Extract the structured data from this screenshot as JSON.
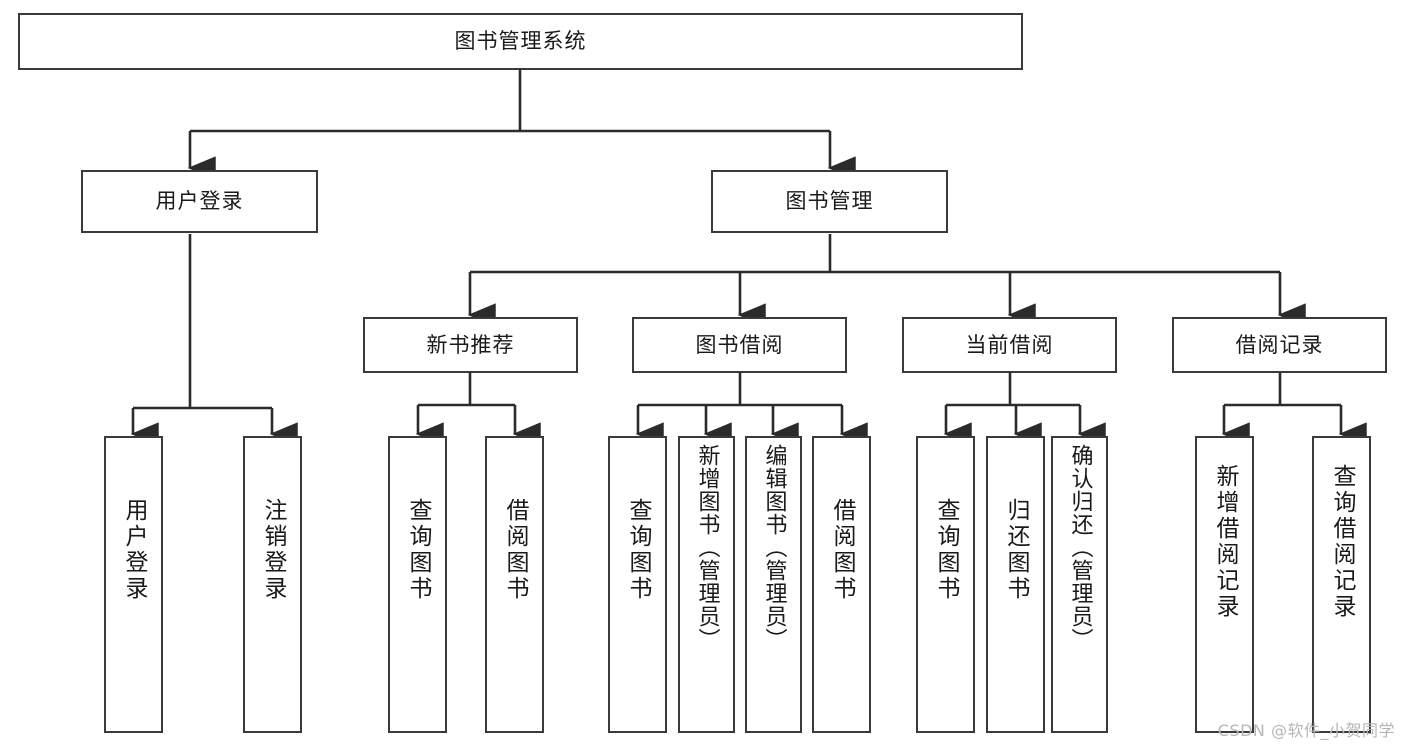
{
  "diagram": {
    "title": "图书管理系统",
    "type": "tree-hierarchy-diagram",
    "colors": {
      "box_border": "#3a3a3a",
      "box_fill": "#ffffff",
      "edge": "#2b2b2b",
      "text": "#1a1a1a",
      "watermark": "#b6b6b6",
      "background": "#ffffff"
    },
    "root": {
      "label": "图书管理系统"
    },
    "level2": [
      {
        "label": "用户登录"
      },
      {
        "label": "图书管理"
      }
    ],
    "level3": [
      {
        "label": "新书推荐"
      },
      {
        "label": "图书借阅"
      },
      {
        "label": "当前借阅"
      },
      {
        "label": "借阅记录"
      }
    ],
    "leaves": {
      "user_login": [
        {
          "label": "用户登录"
        },
        {
          "label": "注销登录"
        }
      ],
      "new_book_recommend": [
        {
          "label": "查询图书"
        },
        {
          "label": "借阅图书"
        }
      ],
      "book_borrow": [
        {
          "label": "查询图书"
        },
        {
          "label": "新增图书（管理员）"
        },
        {
          "label": "编辑图书（管理员）"
        },
        {
          "label": "借阅图书"
        }
      ],
      "current_borrow": [
        {
          "label": "查询图书"
        },
        {
          "label": "归还图书"
        },
        {
          "label": "确认归还（管理员）"
        }
      ],
      "borrow_record": [
        {
          "label": "新增借阅记录"
        },
        {
          "label": "查询借阅记录"
        }
      ]
    },
    "watermark": "CSDN @软件_小贺同学"
  }
}
